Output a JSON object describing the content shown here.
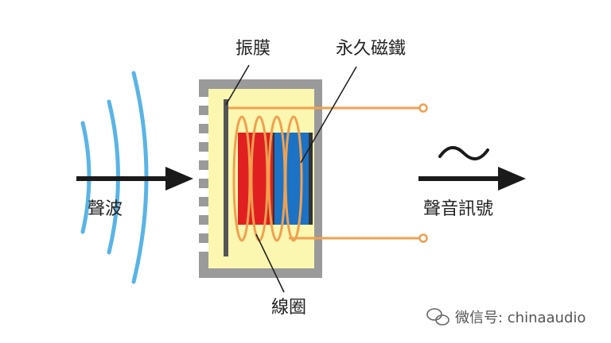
{
  "labels": {
    "diaphragm": "振膜",
    "permanent_magnet": "永久磁鐵",
    "sound_wave": "聲波",
    "audio_signal": "聲音訊號",
    "coil": "線圈"
  },
  "watermark": {
    "text": "微信号: chinaaudio",
    "icon": "wechat-icon"
  },
  "signal_symbol": "∼",
  "colors": {
    "sound_wave": "#5ab4e6",
    "arrow": "#1a1a1a",
    "housing_frame": "#9a9a9a",
    "housing_fill": "#fbf6b0",
    "diaphragm": "#555555",
    "coil_wire": "#f0a050",
    "magnet_red": "#e02020",
    "magnet_blue": "#1c72c4",
    "magnet_pole": "#333333"
  }
}
